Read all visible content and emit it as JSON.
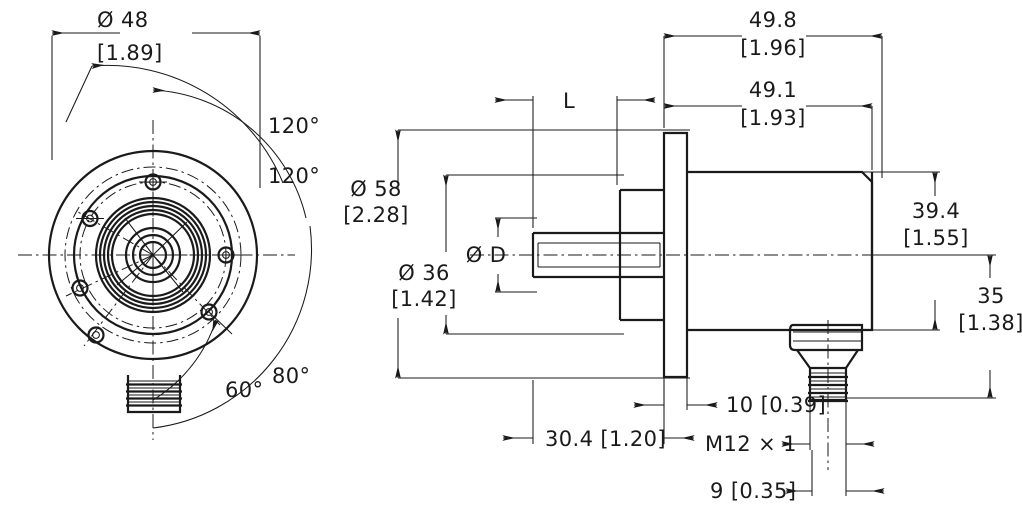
{
  "drawing": {
    "type": "engineering-dimensioned-drawing",
    "subject": "rotary shaft encoder with flange and M12 connector",
    "views": [
      {
        "name": "front-view",
        "description": "flange face with bolt circle, mounting holes and connector"
      },
      {
        "name": "side-view",
        "description": "sectioned side elevation showing shaft, flange and connector"
      }
    ]
  },
  "dimensions": {
    "flange_outer_dia": {
      "metric": "Ø 48",
      "imperial": "[1.89]"
    },
    "angle_a": "120°",
    "angle_b": "120°",
    "angle_c": "60°",
    "angle_d": "80°",
    "body_dia": {
      "metric": "Ø 58",
      "imperial": "[2.28]"
    },
    "flange_pilot_dia": {
      "metric": "Ø 36",
      "imperial": "[1.42]"
    },
    "shaft_dia": {
      "metric": "Ø D",
      "imperial": ""
    },
    "shaft_length": "L",
    "overall_length": {
      "metric": "49.8",
      "imperial": "[1.96]"
    },
    "body_length": {
      "metric": "49.1",
      "imperial": "[1.93]"
    },
    "connector_height": {
      "metric": "39.4",
      "imperial": "[1.55]"
    },
    "connector_offset": {
      "metric": "35",
      "imperial": "[1.38]"
    },
    "flange_to_shaft": "30.4 [1.20]",
    "flange_thickness": "10 [0.39]",
    "thread_spec": "M12 × 1",
    "connector_width": "9 [0.35]"
  },
  "labels": [
    {
      "id": "dia48",
      "text": "Ø 48"
    },
    {
      "id": "dia48i",
      "text": "[1.89]"
    },
    {
      "id": "ang120a",
      "text": "120°"
    },
    {
      "id": "ang120b",
      "text": "120°"
    },
    {
      "id": "ang60",
      "text": "60°"
    },
    {
      "id": "ang80",
      "text": "80°"
    },
    {
      "id": "dia58",
      "text": "Ø 58"
    },
    {
      "id": "dia58i",
      "text": "[2.28]"
    },
    {
      "id": "dia36",
      "text": "Ø 36"
    },
    {
      "id": "dia36i",
      "text": "[1.42]"
    },
    {
      "id": "diaD",
      "text": "Ø D"
    },
    {
      "id": "lenL",
      "text": "L"
    },
    {
      "id": "len498",
      "text": "49.8"
    },
    {
      "id": "len498i",
      "text": "[1.96]"
    },
    {
      "id": "len491",
      "text": "49.1"
    },
    {
      "id": "len491i",
      "text": "[1.93]"
    },
    {
      "id": "h394",
      "text": "39.4"
    },
    {
      "id": "h394i",
      "text": "[1.55]"
    },
    {
      "id": "h35",
      "text": "35"
    },
    {
      "id": "h35i",
      "text": "[1.38]"
    },
    {
      "id": "len304",
      "text": "30.4 [1.20]"
    },
    {
      "id": "len10",
      "text": "10 [0.39]"
    },
    {
      "id": "thread",
      "text": "M12 × 1"
    },
    {
      "id": "len9",
      "text": "9 [0.35]"
    }
  ],
  "colors": {
    "line": "#1a1a1a",
    "background": "#ffffff"
  }
}
